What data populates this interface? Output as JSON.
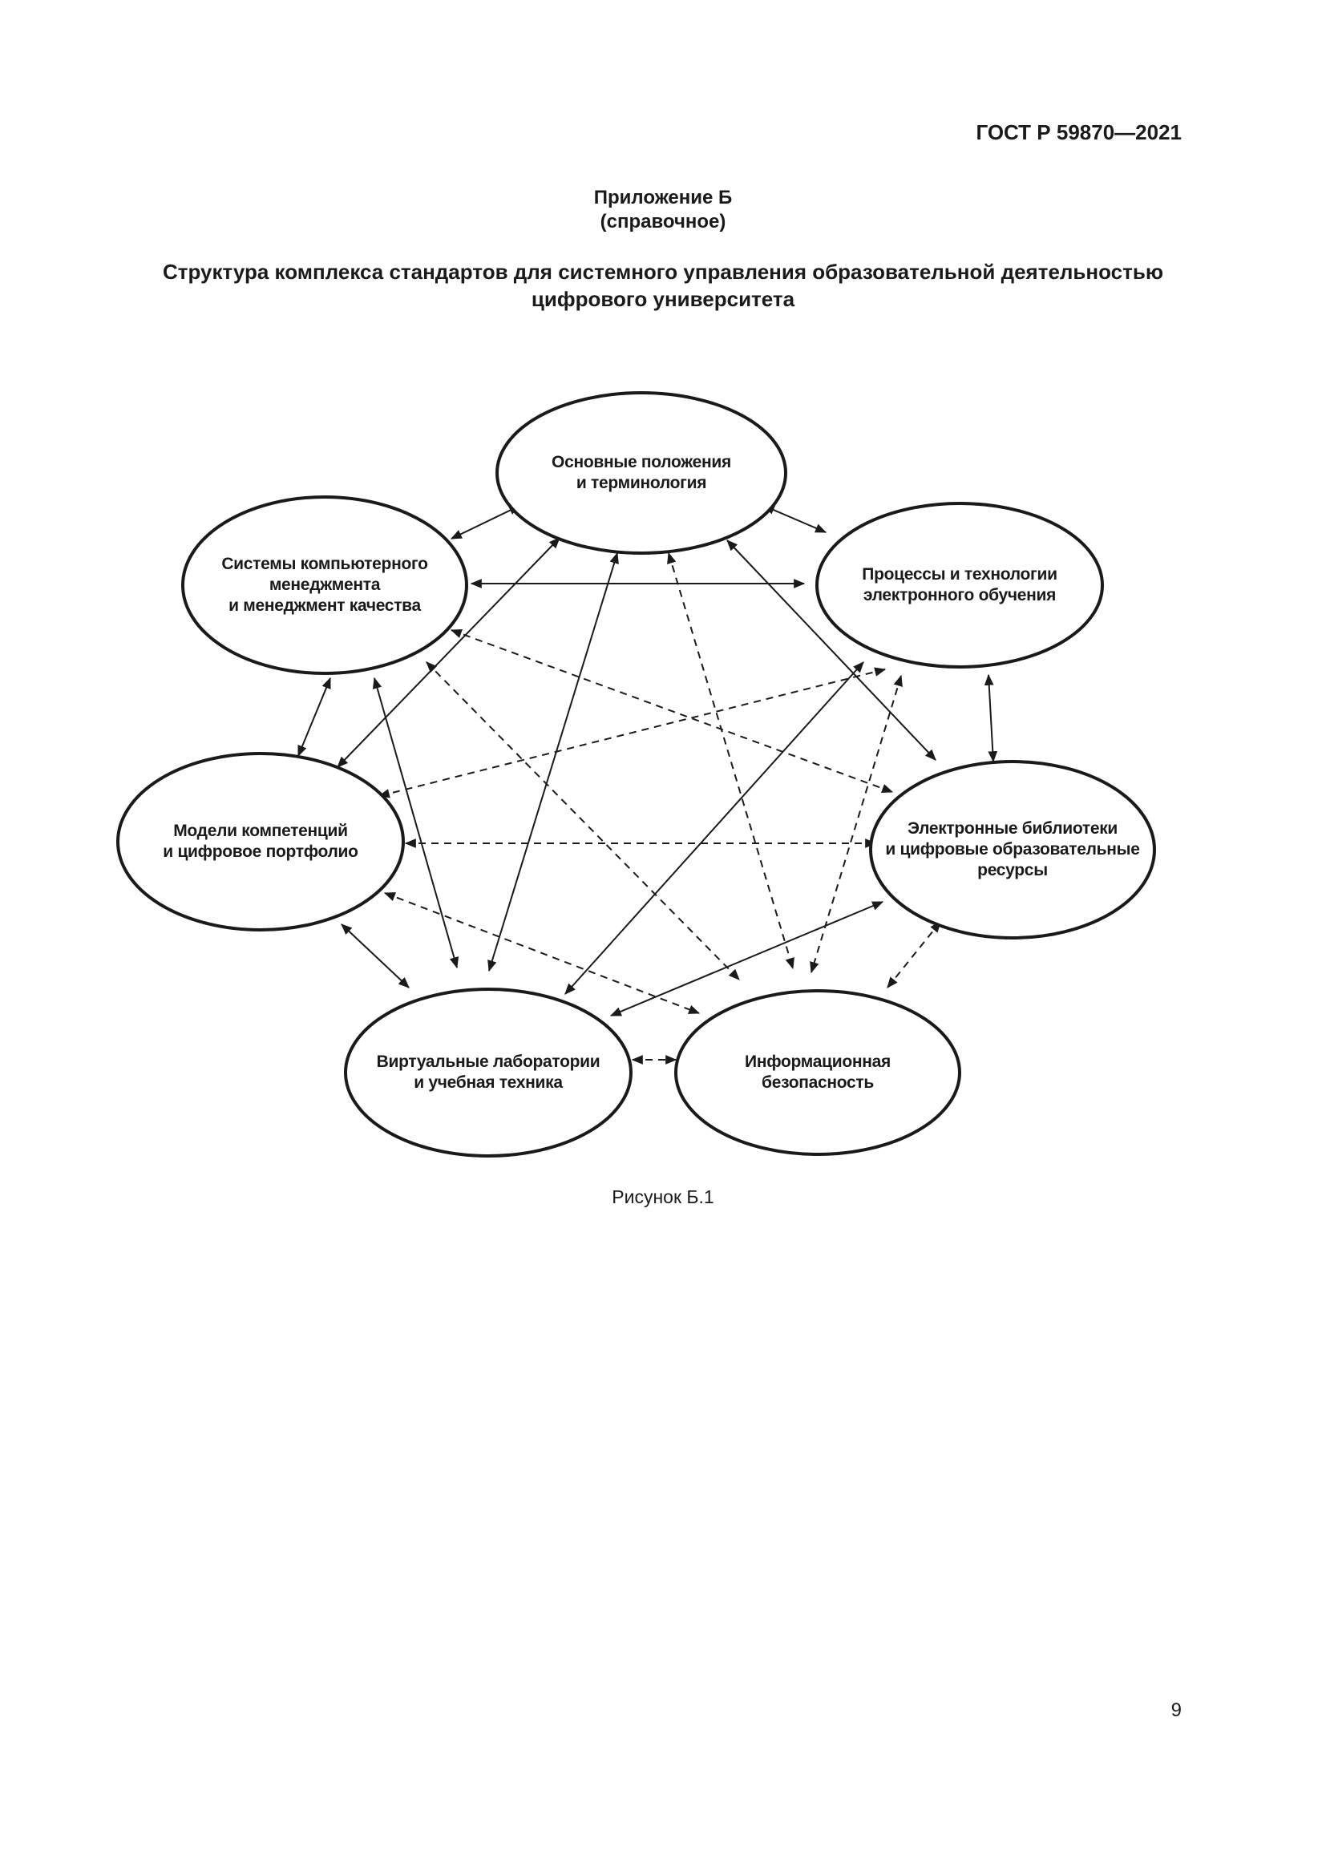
{
  "header": {
    "standard_number": "ГОСТ Р 59870—2021"
  },
  "appendix": {
    "title": "Приложение Б",
    "type": "(справочное)"
  },
  "document_title": {
    "line1": "Структура комплекса стандартов для системного управления образовательной деятельностью",
    "line2": "цифрового университета"
  },
  "diagram": {
    "nodes": [
      {
        "id": "basics",
        "lines": [
          "Основные положения",
          "и терминология"
        ]
      },
      {
        "id": "processes",
        "lines": [
          "Процессы и технологии",
          "электронного обучения"
        ]
      },
      {
        "id": "libraries",
        "lines": [
          "Электронные библиотеки",
          "и цифровые образовательные",
          "ресурсы"
        ]
      },
      {
        "id": "security",
        "lines": [
          "Информационная",
          "безопасность"
        ]
      },
      {
        "id": "labs",
        "lines": [
          "Виртуальные лаборатории",
          "и учебная техника"
        ]
      },
      {
        "id": "competence",
        "lines": [
          "Модели компетенций",
          "и цифровое портфолио"
        ]
      },
      {
        "id": "management",
        "lines": [
          "Системы компьютерного",
          "менеджмента",
          "и менеджмент качества"
        ]
      }
    ],
    "links_legend": {
      "solid": "bidirectional",
      "dashed": "bidirectional"
    }
  },
  "figure_caption": "Рисунок Б.1",
  "page_number": "9"
}
